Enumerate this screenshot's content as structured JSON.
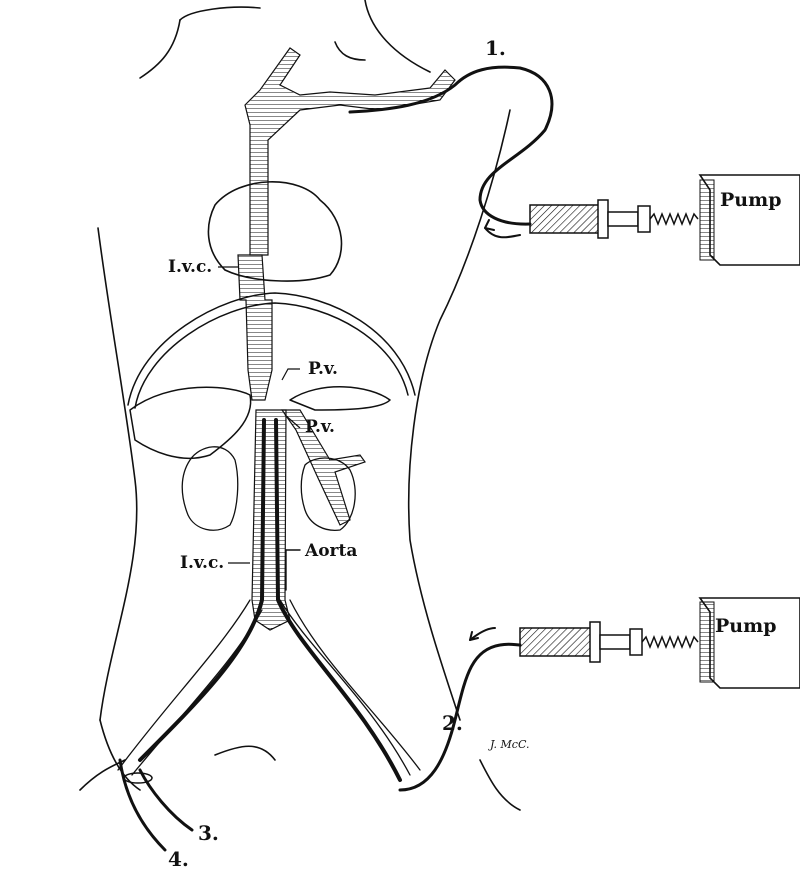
{
  "labels": {
    "ivc_upper": "I.v.c.",
    "ivc_lower": "I.v.c.",
    "pv_upper": "P.v.",
    "pv_lower": "P.v.",
    "aorta": "Aorta",
    "pump_top": "Pump",
    "pump_bottom": "Pump",
    "catheter_1": "1.",
    "catheter_2": "2.",
    "catheter_3": "3.",
    "catheter_4": "4.",
    "signature": "J. McC."
  },
  "colors": {
    "ink": "#111111",
    "paper": "#ffffff"
  }
}
